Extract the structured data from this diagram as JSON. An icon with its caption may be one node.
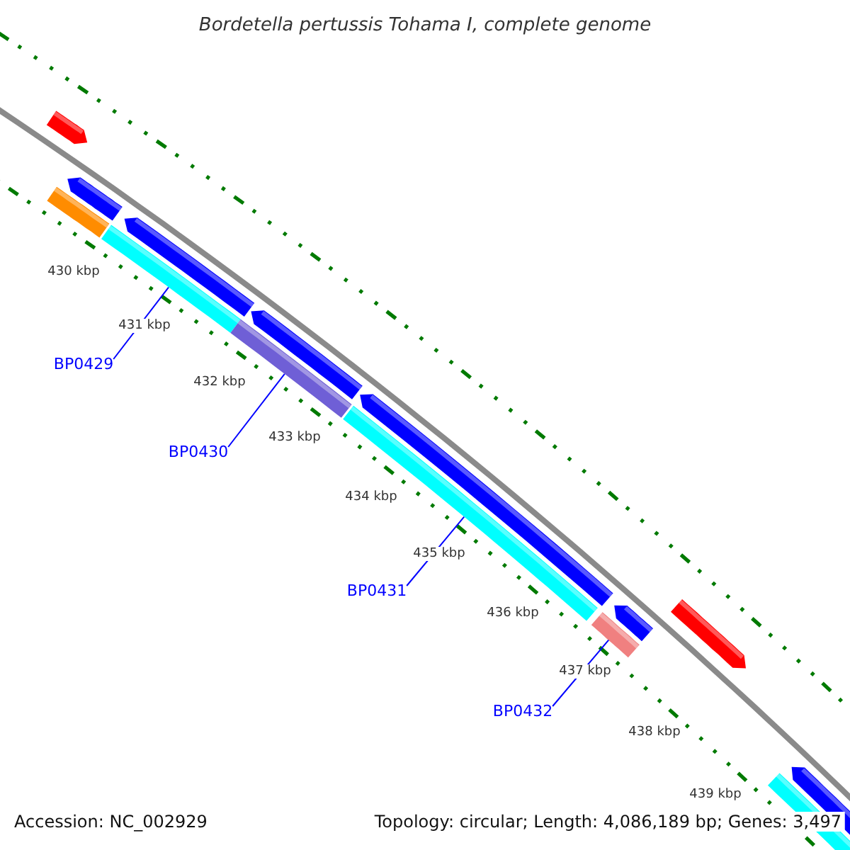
{
  "diagram": {
    "title": "Bordetella pertussis Tohama I, complete genome",
    "nodes": [
      {
        "text": [
          "BP0429"
        ]
      },
      {
        "text": [],
        "shape": "bar"
      },
      {
        "text": [
          "BP0430"
        ]
      },
      {
        "text": [],
        "shape": "bar"
      },
      {
        "text": [
          "BP0431"
        ]
      },
      {
        "text": [],
        "shape": "bar"
      },
      {
        "text": [
          "BP0432"
        ]
      },
      {
        "text": [],
        "shape": "bar"
      }
    ],
    "edges": [
      {
        "from": 0,
        "to": 1,
        "arrow": "none"
      },
      {
        "from": 2,
        "to": 3,
        "arrow": "none"
      },
      {
        "from": 4,
        "to": 5,
        "arrow": "none"
      },
      {
        "from": 6,
        "to": 7,
        "arrow": "none"
      }
    ],
    "labels": [
      "430 kbp",
      "431 kbp",
      "432 kbp",
      "433 kbp",
      "434 kbp",
      "435 kbp",
      "436 kbp",
      "437 kbp",
      "438 kbp",
      "439 kbp",
      "Accession: NC_002929",
      "Topology: circular; Length: 4,086,189 bp; Genes: 3,497"
    ]
  }
}
